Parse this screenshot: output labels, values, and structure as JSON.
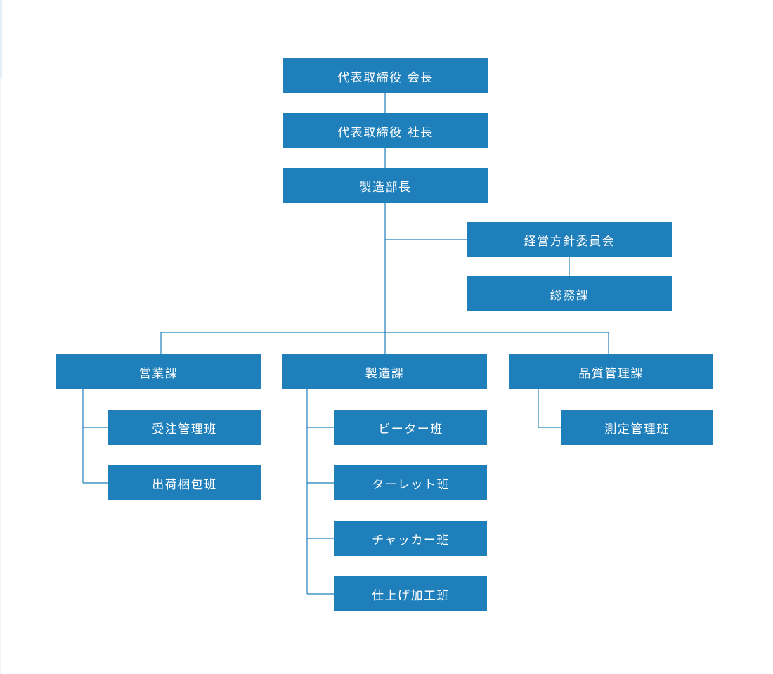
{
  "colors": {
    "box_fill": "#1f7fbb",
    "box_text": "#ffffff",
    "connector": "#1f7fbb",
    "background": "#ffffff"
  },
  "org": {
    "chairman": "代表取締役 会長",
    "president": "代表取締役 社長",
    "manufacturing_director": "製造部長",
    "management_committee": "経営方針委員会",
    "general_affairs": "総務課",
    "sales_section": "営業課",
    "sales_units": [
      "受注管理班",
      "出荷梱包班"
    ],
    "manufacturing_section": "製造課",
    "manufacturing_units": [
      "ビーター班",
      "ターレット班",
      "チャッカー班",
      "仕上げ加工班"
    ],
    "quality_section": "品質管理課",
    "quality_units": [
      "測定管理班"
    ]
  }
}
